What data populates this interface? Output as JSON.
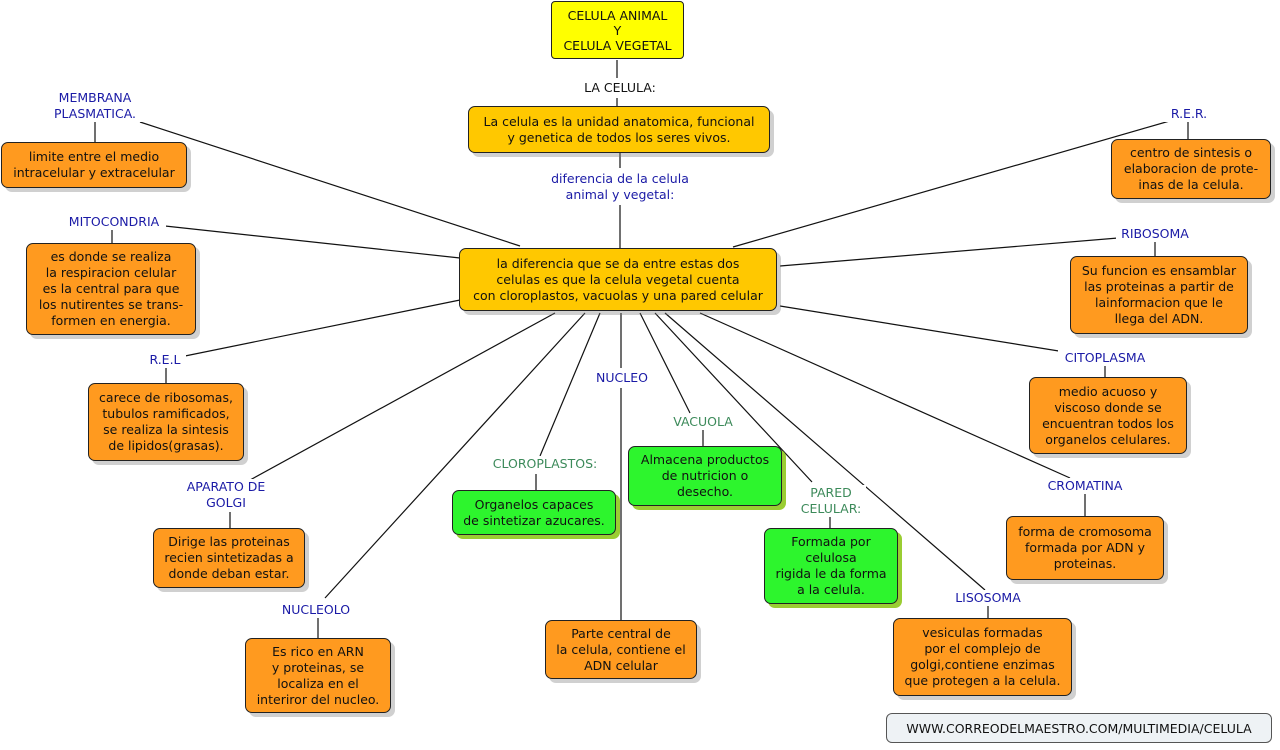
{
  "title": "CELULA ANIMAL\nY\nCELULA VEGETAL",
  "link_la_celula": "LA CELULA:",
  "def_box": "La celula es la unidad anatomica, funcional\ny genetica de todos los seres vivos.",
  "link_diferencia": "diferencia de la celula\nanimal y vegetal:",
  "central_box": "la diferencia que se da entre estas dos\ncelulas es que la celula vegetal cuenta\ncon cloroplastos, vacuolas y una pared celular",
  "nodes": {
    "membrana": {
      "label": "MEMBRANA\nPLASMATICA.",
      "text": "limite entre el medio\nintracelular y extracelular"
    },
    "mitocondria": {
      "label": "MITOCONDRIA",
      "text": "es donde se realiza\nla respiracion celular\nes la central para que\nlos nutirentes se trans-\nformen en energia."
    },
    "rel": {
      "label": "R.E.L",
      "text": "carece de ribosomas,\ntubulos ramificados,\nse realiza la sintesis\nde lipidos(grasas)."
    },
    "golgi": {
      "label": "APARATO DE\nGOLGI",
      "text": "Dirige las proteinas\nrecien sintetizadas a\ndonde deban estar."
    },
    "nucleolo": {
      "label": "NUCLEOLO",
      "text": "Es rico en ARN\ny proteinas, se\nlocaliza en el\ninteriror del nucleo."
    },
    "cloroplastos": {
      "label": "CLOROPLASTOS:",
      "text": "Organelos capaces\nde sintetizar azucares."
    },
    "nucleo": {
      "label": "NUCLEO",
      "text": "Parte central de\nla celula, contiene el\nADN celular"
    },
    "vacuola": {
      "label": "VACUOLA",
      "text": "Almacena productos\nde nutricion o\ndesecho."
    },
    "pared": {
      "label": "PARED\nCELULAR:",
      "text": "Formada por\ncelulosa\nrigida le da forma\na la celula."
    },
    "lisosoma": {
      "label": "LISOSOMA",
      "text": "vesiculas formadas\npor el complejo de\ngolgi,contiene enzimas\nque protegen a la celula."
    },
    "cromatina": {
      "label": "CROMATINA",
      "text": "forma de cromosoma\nformada por ADN y\nproteinas."
    },
    "citoplasma": {
      "label": "CITOPLASMA",
      "text": "medio acuoso y\nviscoso donde se\nencuentran todos los\norganelos celulares."
    },
    "ribosoma": {
      "label": "RIBOSOMA",
      "text": "Su funcion es ensamblar\nlas proteinas a partir de\nlainformacion que le\nllega del ADN."
    },
    "rer": {
      "label": "R.E.R.",
      "text": "centro de sintesis o\nelaboracion de prote-\ninas de la celula."
    }
  },
  "footer": "WWW.CORREODELMAESTRO.COM/MULTIMEDIA/CELULA"
}
